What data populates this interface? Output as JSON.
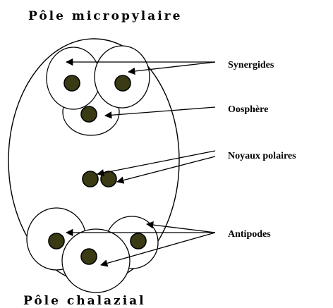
{
  "top_pole": "Pôle micropylaire",
  "bottom_pole": "Pôle chalazial",
  "labels": {
    "synergides": "Synergides",
    "oosphere": "Oosphère",
    "noyaux_polaires": "Noyaux polaires",
    "antipodes": "Antipodes"
  },
  "colors": {
    "nucleus": "#3a3a14",
    "stroke": "#000000",
    "background": "#ffffff"
  }
}
